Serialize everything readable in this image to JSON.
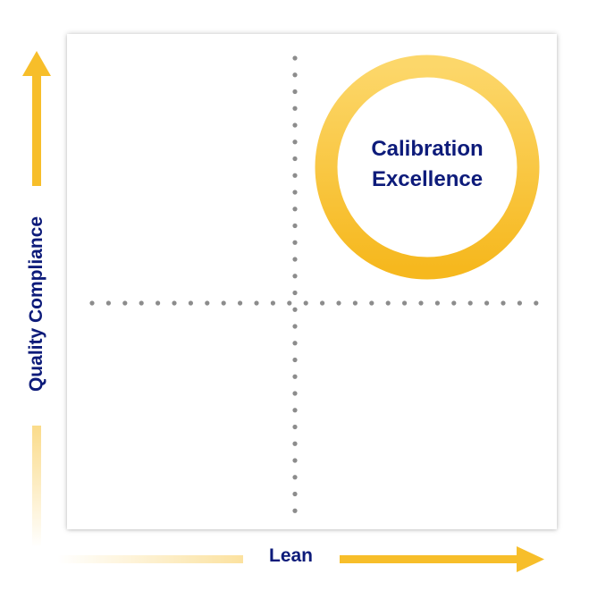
{
  "axes": {
    "y_label": "Quality Compliance",
    "x_label": "Lean"
  },
  "highlight": {
    "label_line1": "Calibration",
    "label_line2": "Excellence"
  },
  "colors": {
    "accent": "#f7be2a",
    "accent_light": "#fde3a0",
    "text": "#0d1b7a",
    "dots": "#8c8c8c"
  }
}
